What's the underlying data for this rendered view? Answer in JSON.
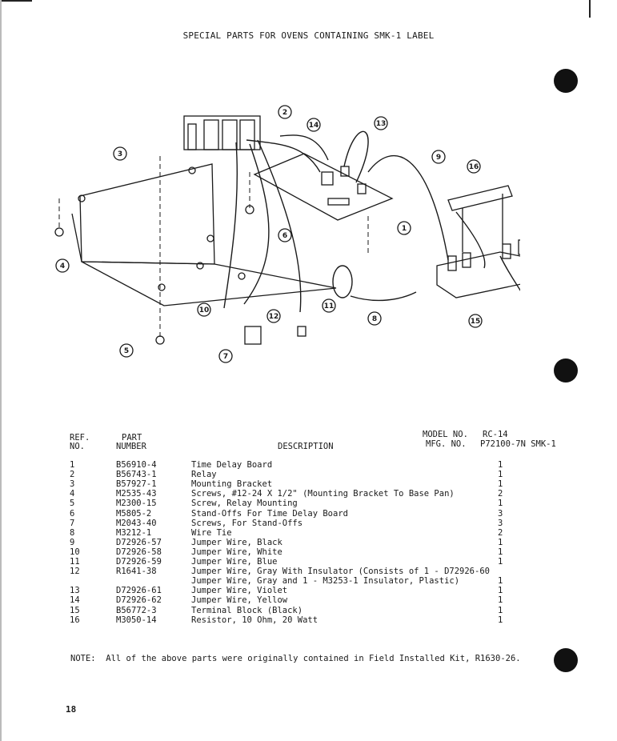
{
  "page": {
    "title": "SPECIAL PARTS FOR OVENS CONTAINING  SMK-1 LABEL",
    "page_number": "18",
    "note": "NOTE:  All of the above parts were originally contained in Field Installed Kit, R1630-26."
  },
  "table": {
    "headers": {
      "ref_line1": "REF.",
      "ref_line2": "NO.",
      "part_line1": "PART",
      "part_line2": "NUMBER",
      "description": "DESCRIPTION",
      "model_label": "MODEL NO.",
      "model_value": "RC-14",
      "mfg_label": "MFG. NO.",
      "mfg_value": "P72100-7N SMK-1"
    },
    "rows": [
      {
        "ref": "1",
        "part": "B56910-4",
        "desc": "Time Delay Board",
        "qty": "1"
      },
      {
        "ref": "2",
        "part": "B56743-1",
        "desc": "Relay",
        "qty": "1"
      },
      {
        "ref": "3",
        "part": "B57927-1",
        "desc": "Mounting Bracket",
        "qty": "1"
      },
      {
        "ref": "4",
        "part": "M2535-43",
        "desc": "Screws, #12-24 X 1/2\" (Mounting Bracket To Base Pan)",
        "qty": "2"
      },
      {
        "ref": "5",
        "part": "M2300-15",
        "desc": "Screw, Relay Mounting",
        "qty": "1"
      },
      {
        "ref": "6",
        "part": "M5805-2",
        "desc": "Stand-Offs For Time Delay Board",
        "qty": "3"
      },
      {
        "ref": "7",
        "part": "M2043-40",
        "desc": "Screws, For Stand-Offs",
        "qty": "3"
      },
      {
        "ref": "8",
        "part": "M3212-1",
        "desc": "Wire Tie",
        "qty": "2"
      },
      {
        "ref": "9",
        "part": "D72926-57",
        "desc": "Jumper Wire, Black",
        "qty": "1"
      },
      {
        "ref": "10",
        "part": "D72926-58",
        "desc": "Jumper Wire, White",
        "qty": "1"
      },
      {
        "ref": "11",
        "part": "D72926-59",
        "desc": "Jumper Wire, Blue",
        "qty": "1"
      },
      {
        "ref": "12",
        "part": "R1641-38",
        "desc": "Jumper Wire, Gray With Insulator (Consists of 1 - D72926-60",
        "qty": ""
      },
      {
        "ref": "",
        "part": "",
        "desc": "Jumper Wire, Gray and 1 - M3253-1 Insulator, Plastic)",
        "qty": "1"
      },
      {
        "ref": "13",
        "part": "D72926-61",
        "desc": "Jumper Wire, Violet",
        "qty": "1"
      },
      {
        "ref": "14",
        "part": "D72926-62",
        "desc": "Jumper Wire, Yellow",
        "qty": "1"
      },
      {
        "ref": "15",
        "part": "B56772-3",
        "desc": "Terminal Block (Black)",
        "qty": "1"
      },
      {
        "ref": "16",
        "part": "M3050-14",
        "desc": "Resistor, 10 Ohm, 20 Watt",
        "qty": "1"
      }
    ]
  },
  "diagram": {
    "callouts": [
      "1",
      "2",
      "3",
      "4",
      "5",
      "6",
      "7",
      "8",
      "9",
      "10",
      "11",
      "12",
      "13",
      "14",
      "15",
      "16"
    ]
  }
}
